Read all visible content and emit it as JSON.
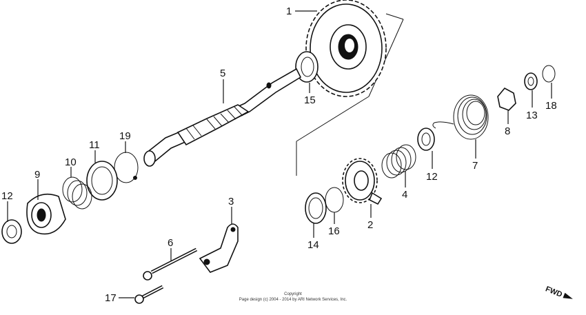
{
  "callouts": {
    "c1": "1",
    "c2": "2",
    "c3": "3",
    "c4": "4",
    "c5": "5",
    "c6": "6",
    "c7": "7",
    "c8": "8",
    "c9": "9",
    "c10": "10",
    "c11": "11",
    "c12a": "12",
    "c12b": "12",
    "c13": "13",
    "c14": "14",
    "c15": "15",
    "c16": "16",
    "c17": "17",
    "c18": "18",
    "c19": "19"
  },
  "copyright": {
    "line1": "Copyright",
    "line2": "Page design (c) 2004 - 2014 by ARI Network Services, Inc."
  },
  "direction_label": "FWD"
}
